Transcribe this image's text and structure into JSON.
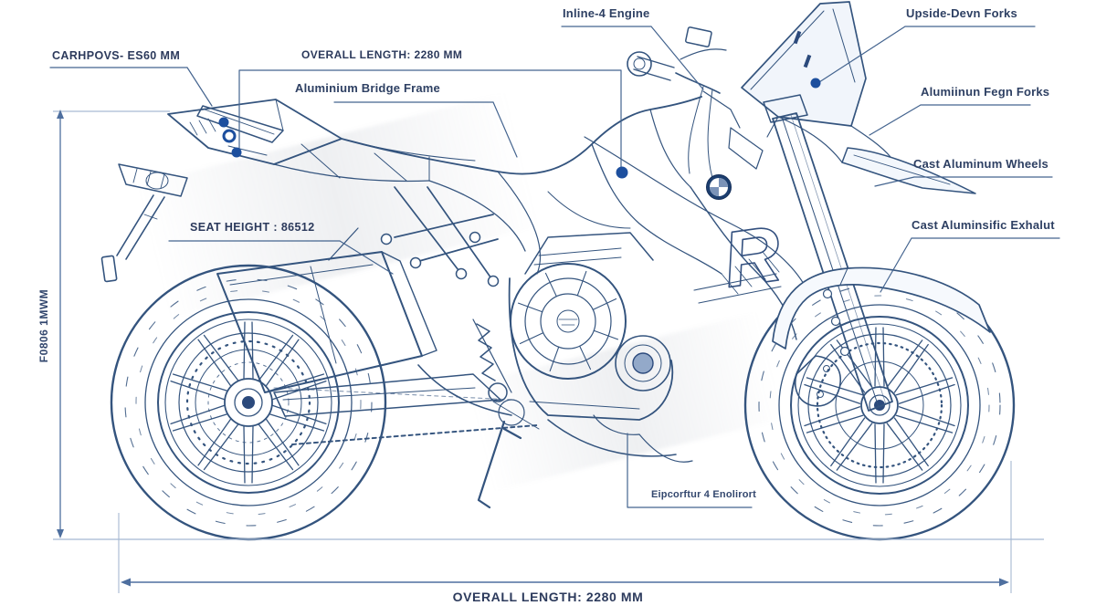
{
  "colors": {
    "background": "#ffffff",
    "line": "#34547e",
    "line_dark": "#22406e",
    "accent_dot": "#1d4f9e",
    "dim_line": "#4e6f9f",
    "light_line": "#a5b8d2",
    "label_text": "#2e4063",
    "dim_text": "#2c3a5c"
  },
  "labels": {
    "inline4_engine": "Inline-4 Engine",
    "upside_down_forks": "Upside-Devn Forks",
    "aluminium_front_forks": "Alumiinun Fegn Forks",
    "cast_aluminum_wheels": "Cast Aluminum Wheels",
    "cast_aluminum_exhaust": "Cast Aluminsific Exhalut",
    "aluminium_bridge_frame": "Aluminium Bridge Frame",
    "overall_length_top": "OVERALL LENGTH: 2280 MM",
    "overall_length_bottom": "OVERALL LENGTH: 2280 MM",
    "rear_dimension": "CARHPOVS- ES60 MM",
    "seat_height": "SEAT HEIGHT : 86512",
    "height_dimension_vertical": "F0806 1MWM",
    "engine_callout_bottom": "Eipcorftur 4 Enolirort",
    "fairing_letter": "R"
  }
}
